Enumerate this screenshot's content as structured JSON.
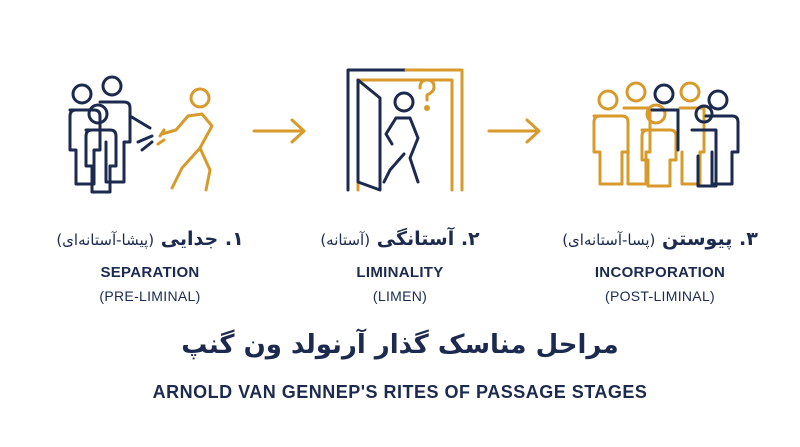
{
  "colors": {
    "navy": "#1b2a4e",
    "gold": "#d89a2b"
  },
  "stages": [
    {
      "fa_title": "۱. جدایی",
      "fa_sub": "(پیشا-آستانه‌ای)",
      "en_title": "SEPARATION",
      "en_sub": "(PRE-LIMINAL)",
      "icon": "separation-people-icon"
    },
    {
      "fa_title": "۲. آستانگی",
      "fa_sub": "(آستانه)",
      "en_title": "LIMINALITY",
      "en_sub": "(LIMEN)",
      "icon": "doorway-walker-icon"
    },
    {
      "fa_title": "۳. پیوستن",
      "fa_sub": "(پسا-آستانه‌ای)",
      "en_title": "INCORPORATION",
      "en_sub": "(POST-LIMINAL)",
      "icon": "group-embrace-icon"
    }
  ],
  "title_fa": "مراحل مناسک گذار آرنولد ون گنپ",
  "title_en": "ARNOLD VAN GENNEP'S RITES OF PASSAGE STAGES"
}
